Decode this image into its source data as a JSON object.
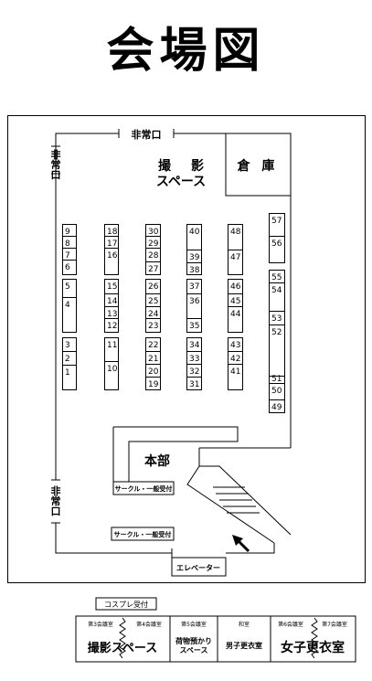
{
  "title": "会場図",
  "main": {
    "emergency_exit_top": "非常口",
    "emergency_exit_left": "非常口",
    "photo_space": [
      "撮　影",
      "スペース"
    ],
    "storage": "倉 庫",
    "headquarters": "本部",
    "circle_reception": "サークル・一般受付",
    "elevator": "エレベーター",
    "booths": {
      "col1": [
        "9",
        "8",
        "7",
        "6",
        "5",
        "4",
        "3",
        "2",
        "1"
      ],
      "col2": [
        "18",
        "17",
        "16",
        "15",
        "14",
        "13",
        "12",
        "11",
        "10"
      ],
      "col3": [
        "30",
        "29",
        "28",
        "27",
        "26",
        "25",
        "24",
        "23",
        "22",
        "21",
        "20",
        "19"
      ],
      "col4": [
        "40",
        "39",
        "38",
        "37",
        "36",
        "35",
        "34",
        "33",
        "32",
        "31"
      ],
      "col5": [
        "48",
        "47",
        "46",
        "45",
        "44",
        "43",
        "42",
        "41"
      ],
      "col6": [
        "57",
        "56",
        "55",
        "54",
        "53",
        "52",
        "51",
        "50",
        "49"
      ]
    }
  },
  "annex": {
    "cosplay_reception": "コスプレ受付",
    "rooms": [
      {
        "label": "第3会議室"
      },
      {
        "label": "第4会議室"
      },
      {
        "label": "第5会議室"
      },
      {
        "label": "和室"
      },
      {
        "label": "第6会議室"
      },
      {
        "label": "第7会議室"
      }
    ],
    "photo_space": "撮影スペース",
    "luggage": [
      "荷物預かり",
      "スペース"
    ],
    "mens_changing": "男子更衣室",
    "womens_changing": "女子更衣室"
  }
}
